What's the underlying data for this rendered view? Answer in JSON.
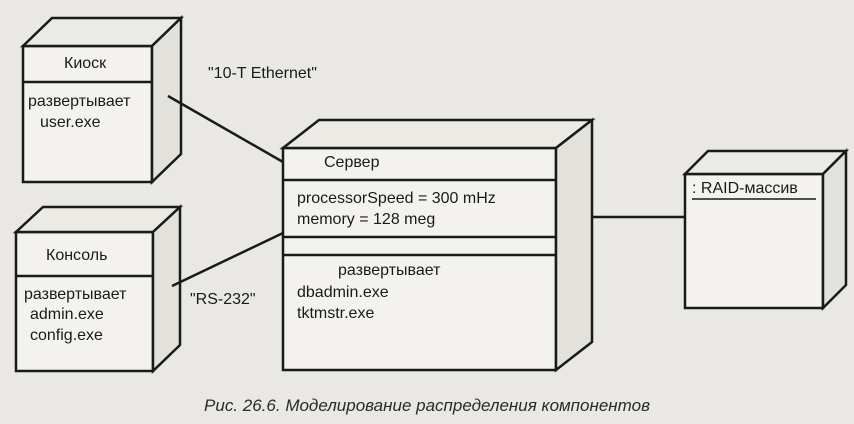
{
  "nodes": {
    "kiosk": {
      "name": "Киоск",
      "deploys": "развертывает",
      "artifacts": [
        "user.exe"
      ]
    },
    "console": {
      "name": "Консоль",
      "deploys": "развертывает",
      "artifacts": [
        "admin.exe",
        "config.exe"
      ]
    },
    "server": {
      "name": "Сервер",
      "attributes": [
        "processorSpeed = 300 mHz",
        "memory = 128 meg"
      ],
      "deploys": "развертывает",
      "artifacts": [
        "dbadmin.exe",
        "tktmstr.exe"
      ]
    },
    "raid": {
      "name": ": RAID-массив"
    }
  },
  "connections": {
    "kiosk_server": "\"10-T Ethernet\"",
    "console_server": "\"RS-232\""
  },
  "caption": "Рис. 26.6. Моделирование распределения компонентов"
}
